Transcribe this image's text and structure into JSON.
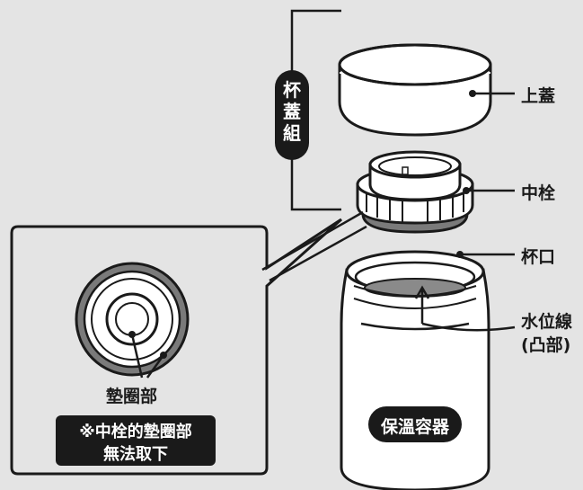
{
  "group_label": [
    "杯",
    "蓋",
    "組"
  ],
  "labels": {
    "top_lid": "上蓋",
    "middle_stopper": "中栓",
    "cup_mouth": "杯口",
    "water_level_1": "水位線",
    "water_level_2": "(凸部)",
    "gasket": "墊圈部",
    "container": "保溫容器"
  },
  "note": [
    "※中栓的墊圈部",
    "無法取下"
  ],
  "colors": {
    "background": "#e4e4e4",
    "ink": "#1a1a1a",
    "gasket": "#7a7a7a",
    "white": "#ffffff"
  }
}
